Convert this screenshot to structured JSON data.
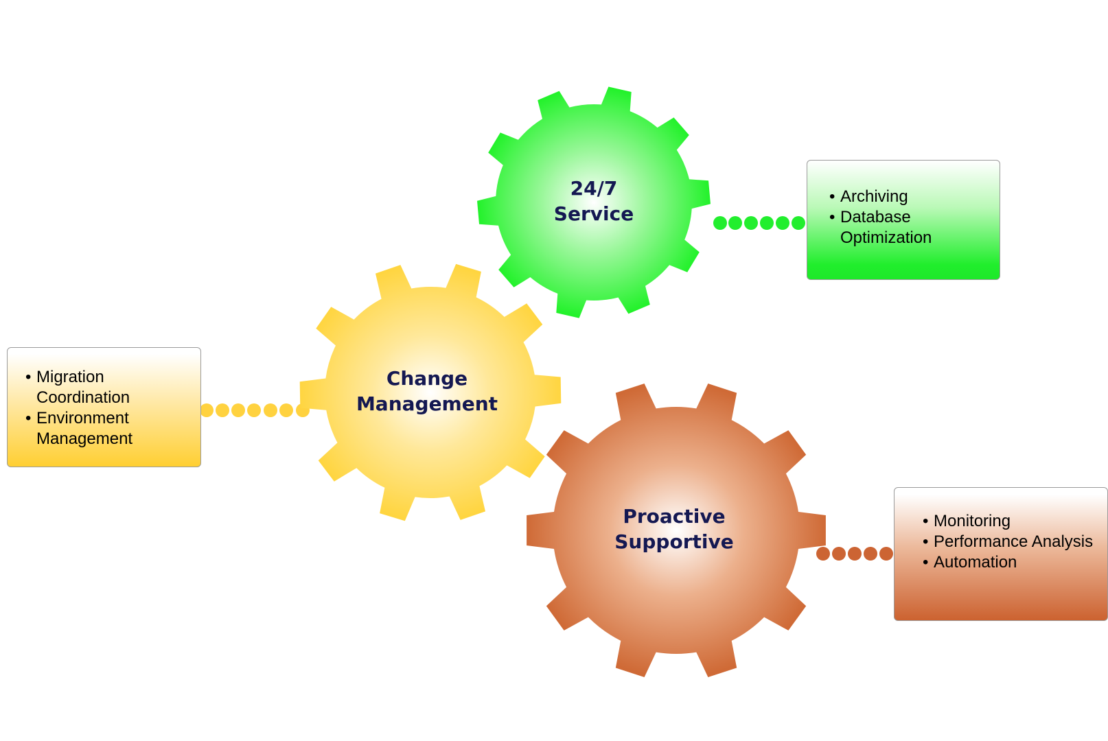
{
  "gears": [
    {
      "id": "service",
      "label_lines": [
        "24/7",
        "Service"
      ],
      "colors": {
        "edge": "#22f22a",
        "mid": "#9af79a",
        "center": "#ffffff"
      },
      "details": [
        "Archiving",
        "Database Optimization"
      ]
    },
    {
      "id": "change",
      "label_lines": [
        "Change",
        "Management"
      ],
      "colors": {
        "edge": "#ffd540",
        "mid": "#ffe89a",
        "center": "#ffffff"
      },
      "details": [
        "Migration Coordination",
        "Environment Management"
      ]
    },
    {
      "id": "proactive",
      "label_lines": [
        "Proactive",
        "Supportive"
      ],
      "colors": {
        "edge": "#cf6a36",
        "mid": "#ecb08c",
        "center": "#ffffff"
      },
      "details": [
        "Monitoring",
        "Performance Analysis",
        "Automation"
      ]
    }
  ],
  "connector_colors": {
    "service": "#22ee2e",
    "change": "#ffd23f",
    "proactive": "#cc6433"
  }
}
